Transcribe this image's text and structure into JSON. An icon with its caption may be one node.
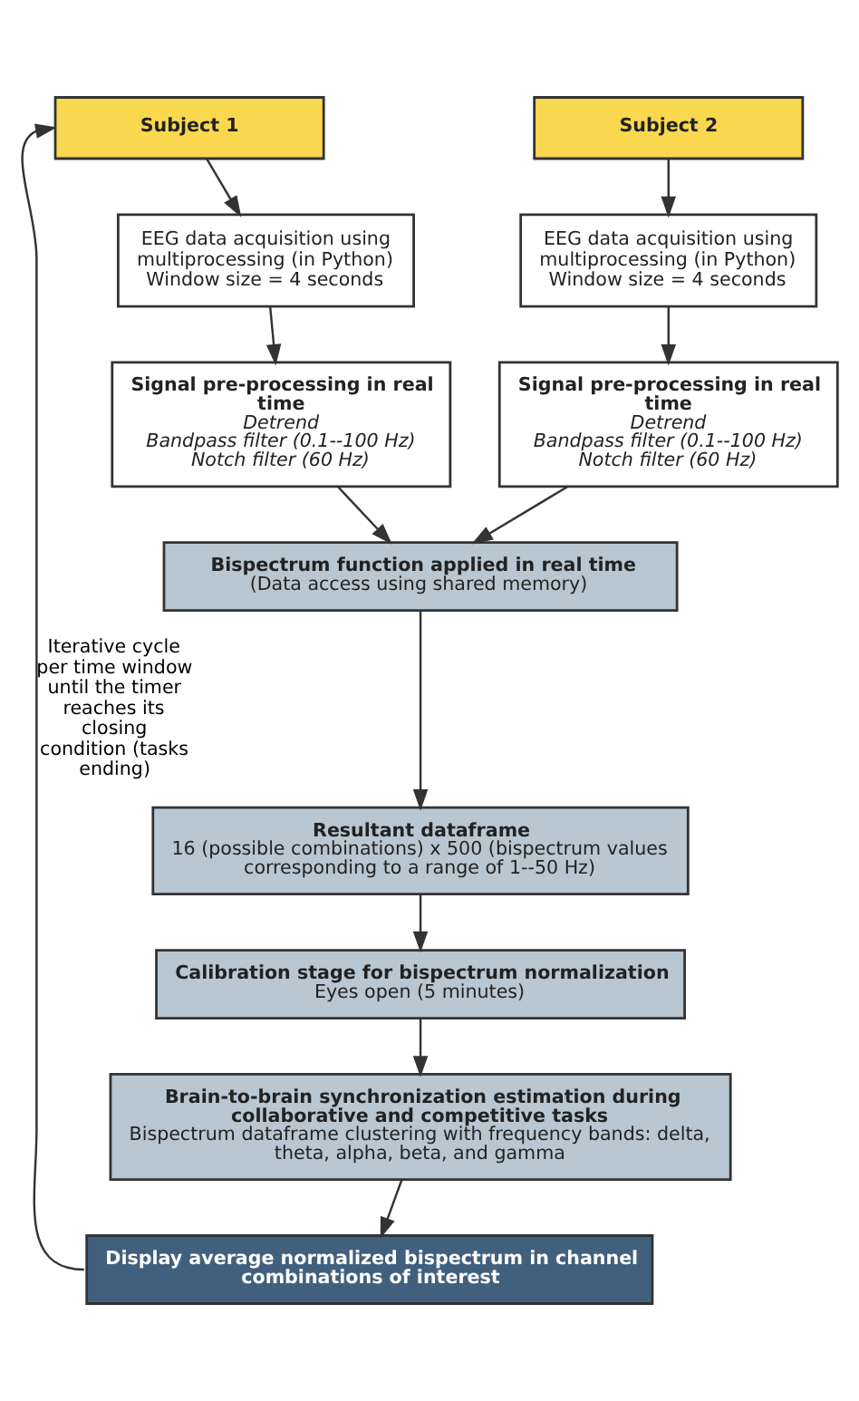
{
  "diagram": {
    "nodes": [
      {
        "text": [
          "Subject 1"
        ]
      },
      {
        "text": [
          "Subject 2"
        ]
      },
      {
        "text": [
          "EEG data acquisition using multiprocessing (in Python)",
          "Window size = 4 seconds"
        ]
      },
      {
        "text": [
          "EEG data acquisition using multiprocessing (in Python)",
          "Window size = 4 seconds"
        ]
      },
      {
        "text": [
          "Signal pre-processing in real time",
          "Detrend",
          "Bandpass filter (0.1--100 Hz)",
          "Notch filter (60 Hz)"
        ]
      },
      {
        "text": [
          "Signal pre-processing in real time",
          "Detrend",
          "Bandpass filter (0.1--100 Hz)",
          "Notch filter (60 Hz)"
        ]
      },
      {
        "text": [
          "Bispectrum function applied in real time",
          "(Data access using shared memory)"
        ]
      },
      {
        "text": [
          "Resultant dataframe",
          "16 (possible combinations) x 500 (bispectrum values corresponding to a range of 1--50 Hz)"
        ]
      },
      {
        "text": [
          "Calibration stage for bispectrum normalization",
          "Eyes open (5 minutes)"
        ]
      },
      {
        "text": [
          "Brain-to-brain synchronization estimation during collaborative and competitive tasks",
          "Bispectrum dataframe clustering with frequency bands: delta, theta, alpha, beta, and gamma"
        ]
      },
      {
        "text": [
          "Display average normalized bispectrum in channel combinations of interest"
        ]
      }
    ],
    "edges": [
      {
        "from": 0,
        "to": 2,
        "arrow": "to"
      },
      {
        "from": 1,
        "to": 3,
        "arrow": "to"
      },
      {
        "from": 2,
        "to": 4,
        "arrow": "to"
      },
      {
        "from": 3,
        "to": 5,
        "arrow": "to"
      },
      {
        "from": 4,
        "to": 6,
        "arrow": "to"
      },
      {
        "from": 5,
        "to": 6,
        "arrow": "to"
      },
      {
        "from": 6,
        "to": 7,
        "arrow": "to"
      },
      {
        "from": 7,
        "to": 8,
        "arrow": "to"
      },
      {
        "from": 8,
        "to": 9,
        "arrow": "to"
      },
      {
        "from": 9,
        "to": 10,
        "arrow": "to"
      },
      {
        "from": 10,
        "to": 0,
        "arrow": "to",
        "label": "Iterative cycle per time window until the timer reaches its closing condition (tasks ending)"
      }
    ]
  }
}
